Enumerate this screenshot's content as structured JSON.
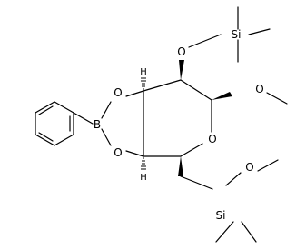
{
  "molecule": {
    "atoms": {
      "boron": "B",
      "oxygen_dioxaborole_upper": "O",
      "oxygen_dioxaborole_lower": "O",
      "oxygen_ring": "O",
      "oxygen_methoxy": "O",
      "oxygen_silyl_ether": "O",
      "silicon_upper": "Si",
      "oxygen_lower_chain": "O",
      "silicon_lower": "Si",
      "hydrogen_upper": "H",
      "hydrogen_lower": "H"
    }
  }
}
